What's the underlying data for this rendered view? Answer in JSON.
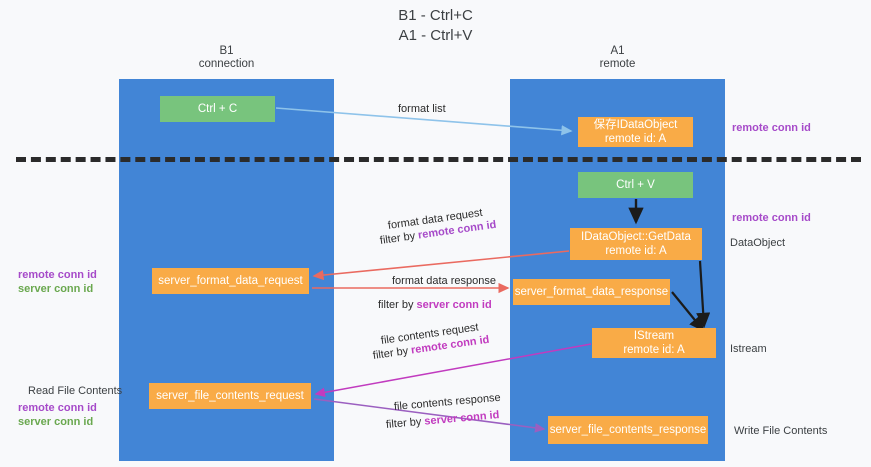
{
  "title": {
    "line1": "B1 - Ctrl+C",
    "line2": "A1 - Ctrl+V"
  },
  "columns": {
    "left": {
      "name": "B1",
      "role": "connection"
    },
    "right": {
      "name": "A1",
      "role": "remote"
    }
  },
  "boxes": {
    "ctrl_c": {
      "label": "Ctrl + C",
      "color": "#78c47d"
    },
    "idataobject": {
      "line1": "保存IDataObject",
      "line2": "remote id: A",
      "color": "#f9ab47"
    },
    "ctrl_v": {
      "label": "Ctrl + V",
      "color": "#78c47d"
    },
    "getdata": {
      "line1": "IDataObject::GetData",
      "line2": "remote id: A",
      "color": "#f9ab47"
    },
    "server_format_data_request": {
      "label": "server_format_data_request",
      "color": "#f9ab47"
    },
    "server_format_data_response": {
      "label": "server_format_data_response",
      "color": "#f9ab47"
    },
    "istream": {
      "line1": "IStream",
      "line2": "remote id: A",
      "color": "#f9ab47"
    },
    "server_file_contents_request": {
      "label": "server_file_contents_request",
      "color": "#f9ab47"
    },
    "server_file_contents_response": {
      "label": "server_file_contents_response",
      "color": "#f9ab47"
    }
  },
  "arrow_labels": {
    "format_list": "format list",
    "format_data_request": "format data request",
    "format_data_request_filter_prefix": "filter by ",
    "format_data_request_filter_key": "remote conn id",
    "format_data_response": "format data response",
    "format_data_response_filter_prefix": "filter by ",
    "format_data_response_filter_key": "server conn id",
    "file_contents_request": "file contents request",
    "file_contents_request_filter_prefix": "filter by ",
    "file_contents_request_filter_key": "remote conn id",
    "file_contents_response": "file contents response",
    "file_contents_response_filter_prefix": "filter by ",
    "file_contents_response_filter_key": "server conn id"
  },
  "annotations": {
    "right_remote_conn_id_top": "remote conn id",
    "right_remote_conn_id_mid": "remote conn id",
    "dataobject": "DataObject",
    "istream": "Istream",
    "write_file_contents": "Write File Contents",
    "left_remote_conn_id_mid": "remote conn id",
    "left_server_conn_id_mid": "server conn id",
    "read_file_contents": "Read File Contents",
    "left_remote_conn_id_bottom": "remote conn id",
    "left_server_conn_id_bottom": "server conn id"
  },
  "colors": {
    "lane": "#4285d6",
    "orange": "#f9ab47",
    "green_box": "#78c47d",
    "purple_text": "#a64ac9",
    "green_text": "#6aa84f",
    "magenta_text": "#c13bbf",
    "arrow_lightblue": "#8ec3ea",
    "arrow_red": "#ea6a60",
    "arrow_black": "#1b1b1b",
    "arrow_magenta": "#c13bbf",
    "arrow_purple": "#9b5fc0",
    "background": "#f8f9fb",
    "dashed_line": "#2b2b2b"
  }
}
